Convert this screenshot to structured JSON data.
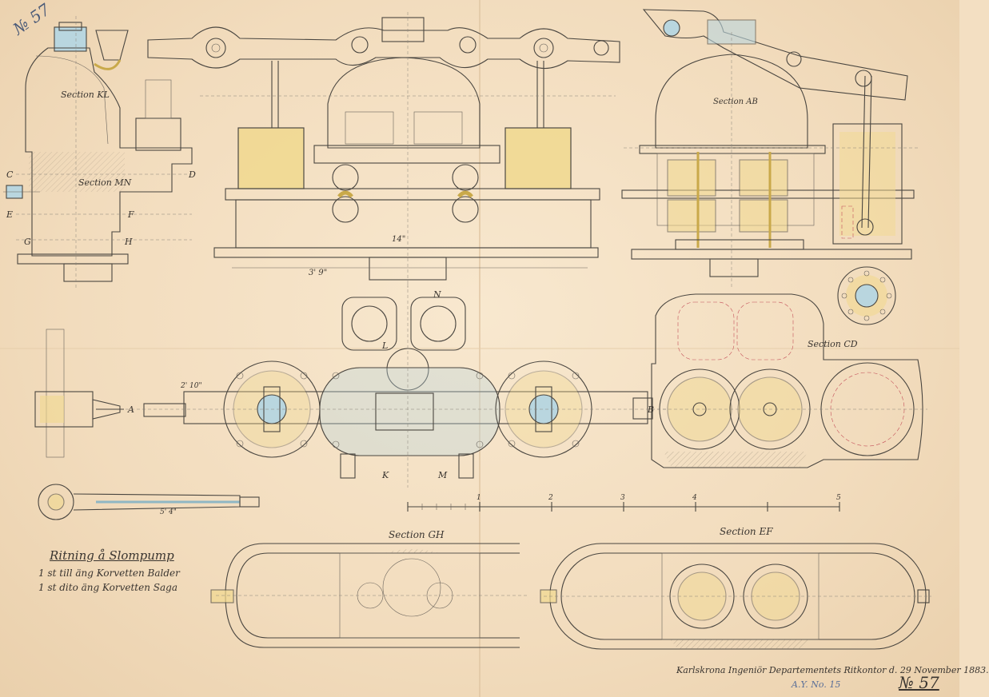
{
  "sheet": {
    "number_top": "№ 57",
    "number_bottom": "№ 57",
    "title": "Ritning å Slompump",
    "subtitle_line1": "1 st till äng Korvetten Balder",
    "subtitle_line2": "1 st dito äng Korvetten Saga",
    "footer": "Karlskrona Ingeniör Departementets Ritkontor d. 29 November 1883.",
    "archive_ref": "A.Y. No. 15"
  },
  "sections": {
    "kl": "Section KL",
    "mn": "Section MN",
    "ab": "Section AB",
    "cd": "Section CD",
    "gh": "Section GH",
    "ef": "Section EF"
  },
  "letters": [
    "C",
    "D",
    "E",
    "F",
    "G",
    "H",
    "A",
    "B",
    "K",
    "L",
    "M",
    "N"
  ],
  "dimensions": {
    "overall": "3' 9\"",
    "top": "14\"",
    "rod": "5' 4\"",
    "plan": "2' 10\""
  },
  "scale": {
    "ticks": [
      "1",
      "2",
      "3",
      "4",
      "5"
    ]
  },
  "colors": {
    "paper": "#f3dfc2",
    "ink": "#4a4640",
    "yellow_wash": "#f1d98f",
    "blue_wash": "#b9d6df",
    "red_line": "#c4505a"
  }
}
